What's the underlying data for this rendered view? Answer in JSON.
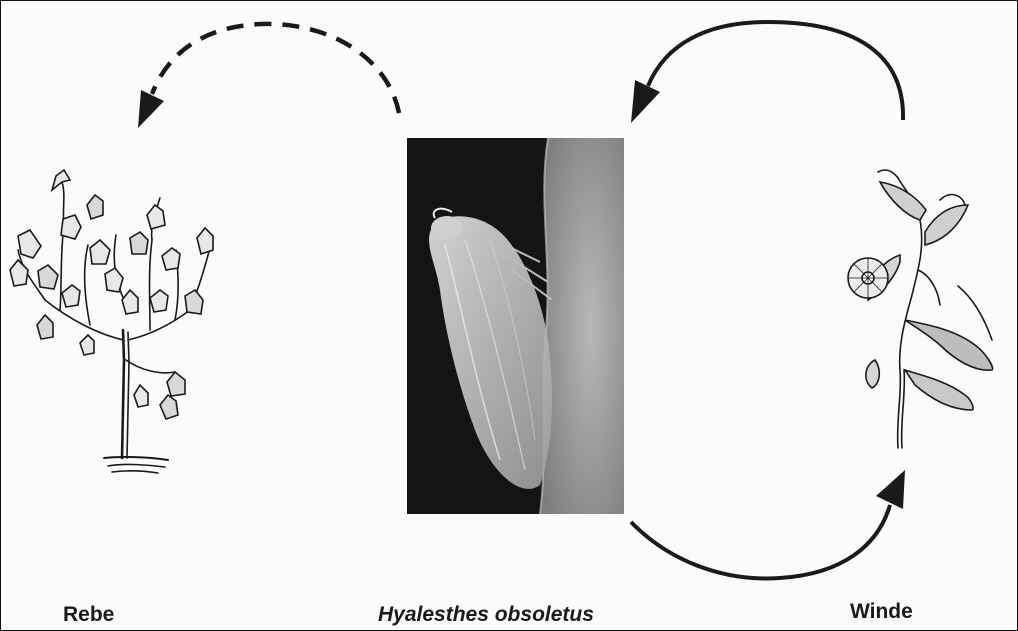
{
  "labels": {
    "vine": "Rebe",
    "insect": "Hyalesthes obsoletus",
    "bindweed": "Winde"
  },
  "colors": {
    "ink": "#1a1a1a",
    "photo_dark": "#141414",
    "photo_bark": "#9a9a9a",
    "background": "#fbfbfb"
  },
  "icons": {
    "vine": "grapevine-drawing",
    "insect": "planthopper-photo",
    "bindweed": "bindweed-drawing"
  },
  "arrows": [
    {
      "from": "insect",
      "to": "vine",
      "style": "dashed"
    },
    {
      "from": "bindweed",
      "to": "insect",
      "style": "solid"
    },
    {
      "from": "insect",
      "to": "bindweed",
      "style": "solid"
    }
  ]
}
